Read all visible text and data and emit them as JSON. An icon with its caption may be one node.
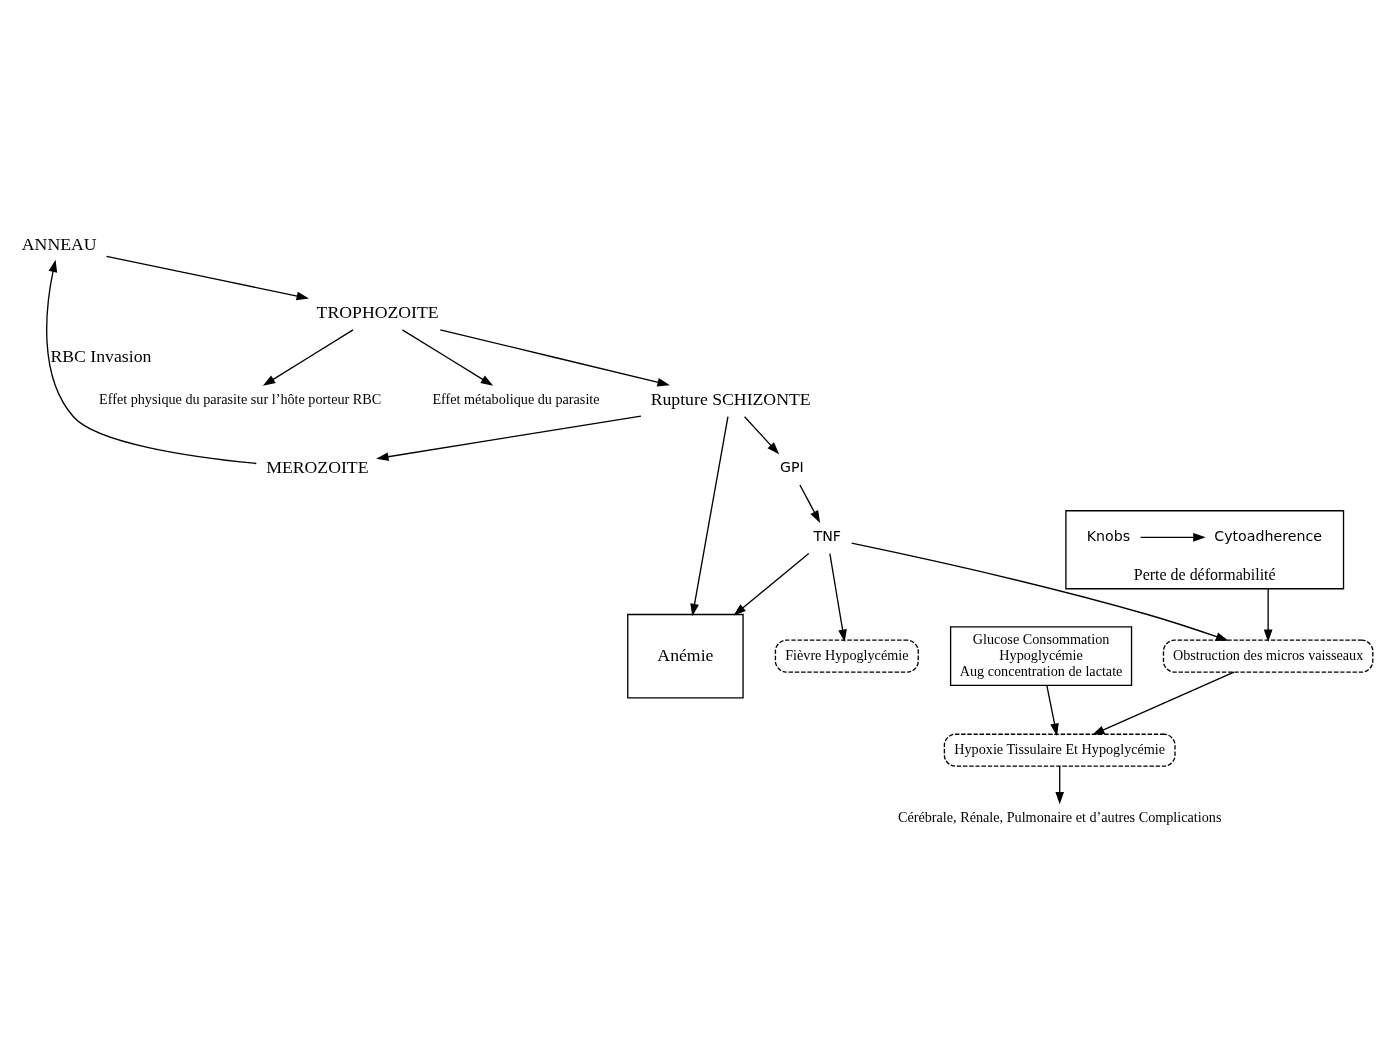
{
  "diagram": {
    "nodes": [
      {
        "text": [
          "ANNEAU"
        ]
      },
      {
        "text": [
          "MEROZOITE"
        ]
      },
      {
        "text": [
          "Anémie"
        ]
      },
      {
        "text": [
          "Rupture SCHIZONTE"
        ]
      },
      {
        "text": [
          "TROPHOZOITE"
        ]
      },
      {
        "text": [
          "GPI"
        ]
      },
      {
        "text": [
          "Effet physique du parasite sur l’hôte porteur RBC"
        ]
      },
      {
        "text": [
          "Perte de déformabilité"
        ]
      },
      {
        "text": [
          "Knobs"
        ],
        "in": 7
      },
      {
        "text": [
          "Cytoadherence"
        ],
        "in": 7
      },
      {
        "text": [
          "Obstruction des micros vaisseaux"
        ]
      },
      {
        "text": [
          "TNF"
        ]
      },
      {
        "text": [
          "Effet métabolique du parasite"
        ]
      },
      {
        "text": [
          "Glucose Consommation",
          "Hypoglycémie",
          "Aug concentration de lactate"
        ]
      },
      {
        "text": [
          "Hypoxie Tissulaire Et Hypoglycémie"
        ]
      },
      {
        "text": [
          "Fièvre Hypoglycémie"
        ]
      },
      {
        "text": [
          "Cérébrale, Rénale, Pulmonaire et d’autres Complications"
        ]
      }
    ],
    "edges": [
      {
        "from": 1,
        "to": 0,
        "arrow": "to",
        "label": "RBC Invasion"
      },
      {
        "from": 0,
        "to": 4,
        "arrow": "to"
      },
      {
        "from": 4,
        "to": 3,
        "arrow": "to"
      },
      {
        "from": 4,
        "to": 6,
        "arrow": "to"
      },
      {
        "from": 4,
        "to": 12,
        "arrow": "to"
      },
      {
        "from": 3,
        "to": 1,
        "arrow": "to"
      },
      {
        "from": 3,
        "to": 2,
        "arrow": "to"
      },
      {
        "from": 3,
        "to": 5,
        "arrow": "to"
      },
      {
        "from": 8,
        "to": 9,
        "arrow": "to"
      },
      {
        "from": 5,
        "to": 11,
        "arrow": "to"
      },
      {
        "from": 11,
        "to": 2,
        "arrow": "to"
      },
      {
        "from": 11,
        "to": 10,
        "arrow": "to"
      },
      {
        "from": 11,
        "to": 15,
        "arrow": "to"
      },
      {
        "from": 7,
        "to": 10,
        "arrow": "to"
      },
      {
        "from": 13,
        "to": 14,
        "arrow": "to"
      },
      {
        "from": 10,
        "to": 14,
        "arrow": "to"
      },
      {
        "from": 14,
        "to": 16,
        "arrow": "to"
      }
    ]
  }
}
